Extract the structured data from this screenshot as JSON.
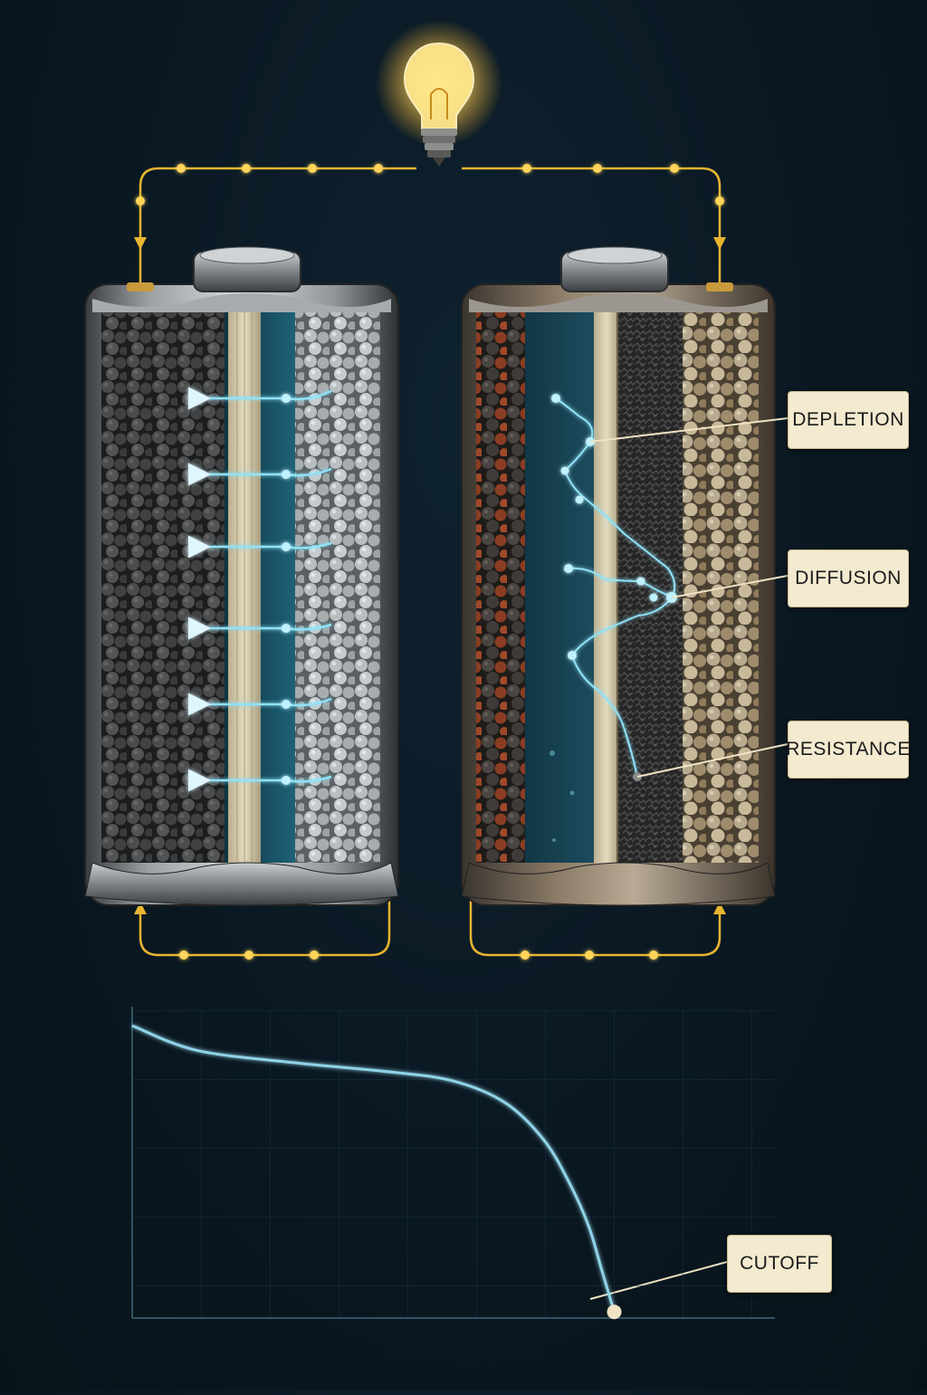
{
  "labels": {
    "depletion": "DEPLETION",
    "diffusion": "DIFFUSION",
    "resistance": "RESISTANCE",
    "cutoff": "CUTOFF"
  },
  "colors": {
    "background": "#0b1a24",
    "wire": "#e8b530",
    "bulb_glow": "#ffd45a",
    "ion_path": "#7fd6ee",
    "label_fill": "#f3ead0",
    "curve": "#8fd3e6"
  },
  "icons": {
    "bulb": "light-bulb-icon",
    "arrow": "arrow-icon"
  },
  "chart_data": {
    "type": "line",
    "title": "",
    "xlabel": "",
    "ylabel": "",
    "series": [
      {
        "values_xy": [
          [
            0,
            0.95
          ],
          [
            0.1,
            0.87
          ],
          [
            0.25,
            0.83
          ],
          [
            0.4,
            0.8
          ],
          [
            0.5,
            0.77
          ],
          [
            0.58,
            0.7
          ],
          [
            0.64,
            0.58
          ],
          [
            0.68,
            0.44
          ],
          [
            0.71,
            0.3
          ],
          [
            0.73,
            0.16
          ],
          [
            0.75,
            0.02
          ]
        ]
      }
    ],
    "annotations": [
      "CUTOFF"
    ],
    "grid": true
  }
}
